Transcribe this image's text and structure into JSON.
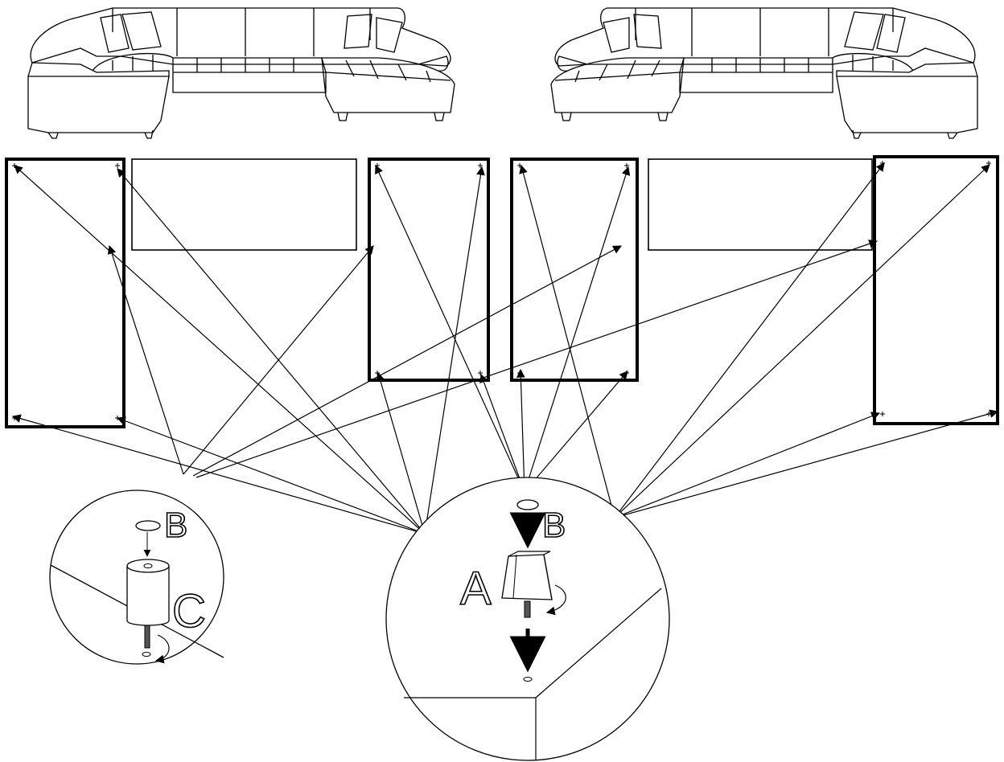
{
  "labels": {
    "left_detail_B": "B",
    "left_detail_C": "C",
    "right_detail_B": "B",
    "right_detail_A": "A"
  },
  "illustration": {
    "left_sofa_icon": "u-shaped-sectional-sofa",
    "right_sofa_icon": "u-shaped-sectional-sofa-mirrored"
  }
}
